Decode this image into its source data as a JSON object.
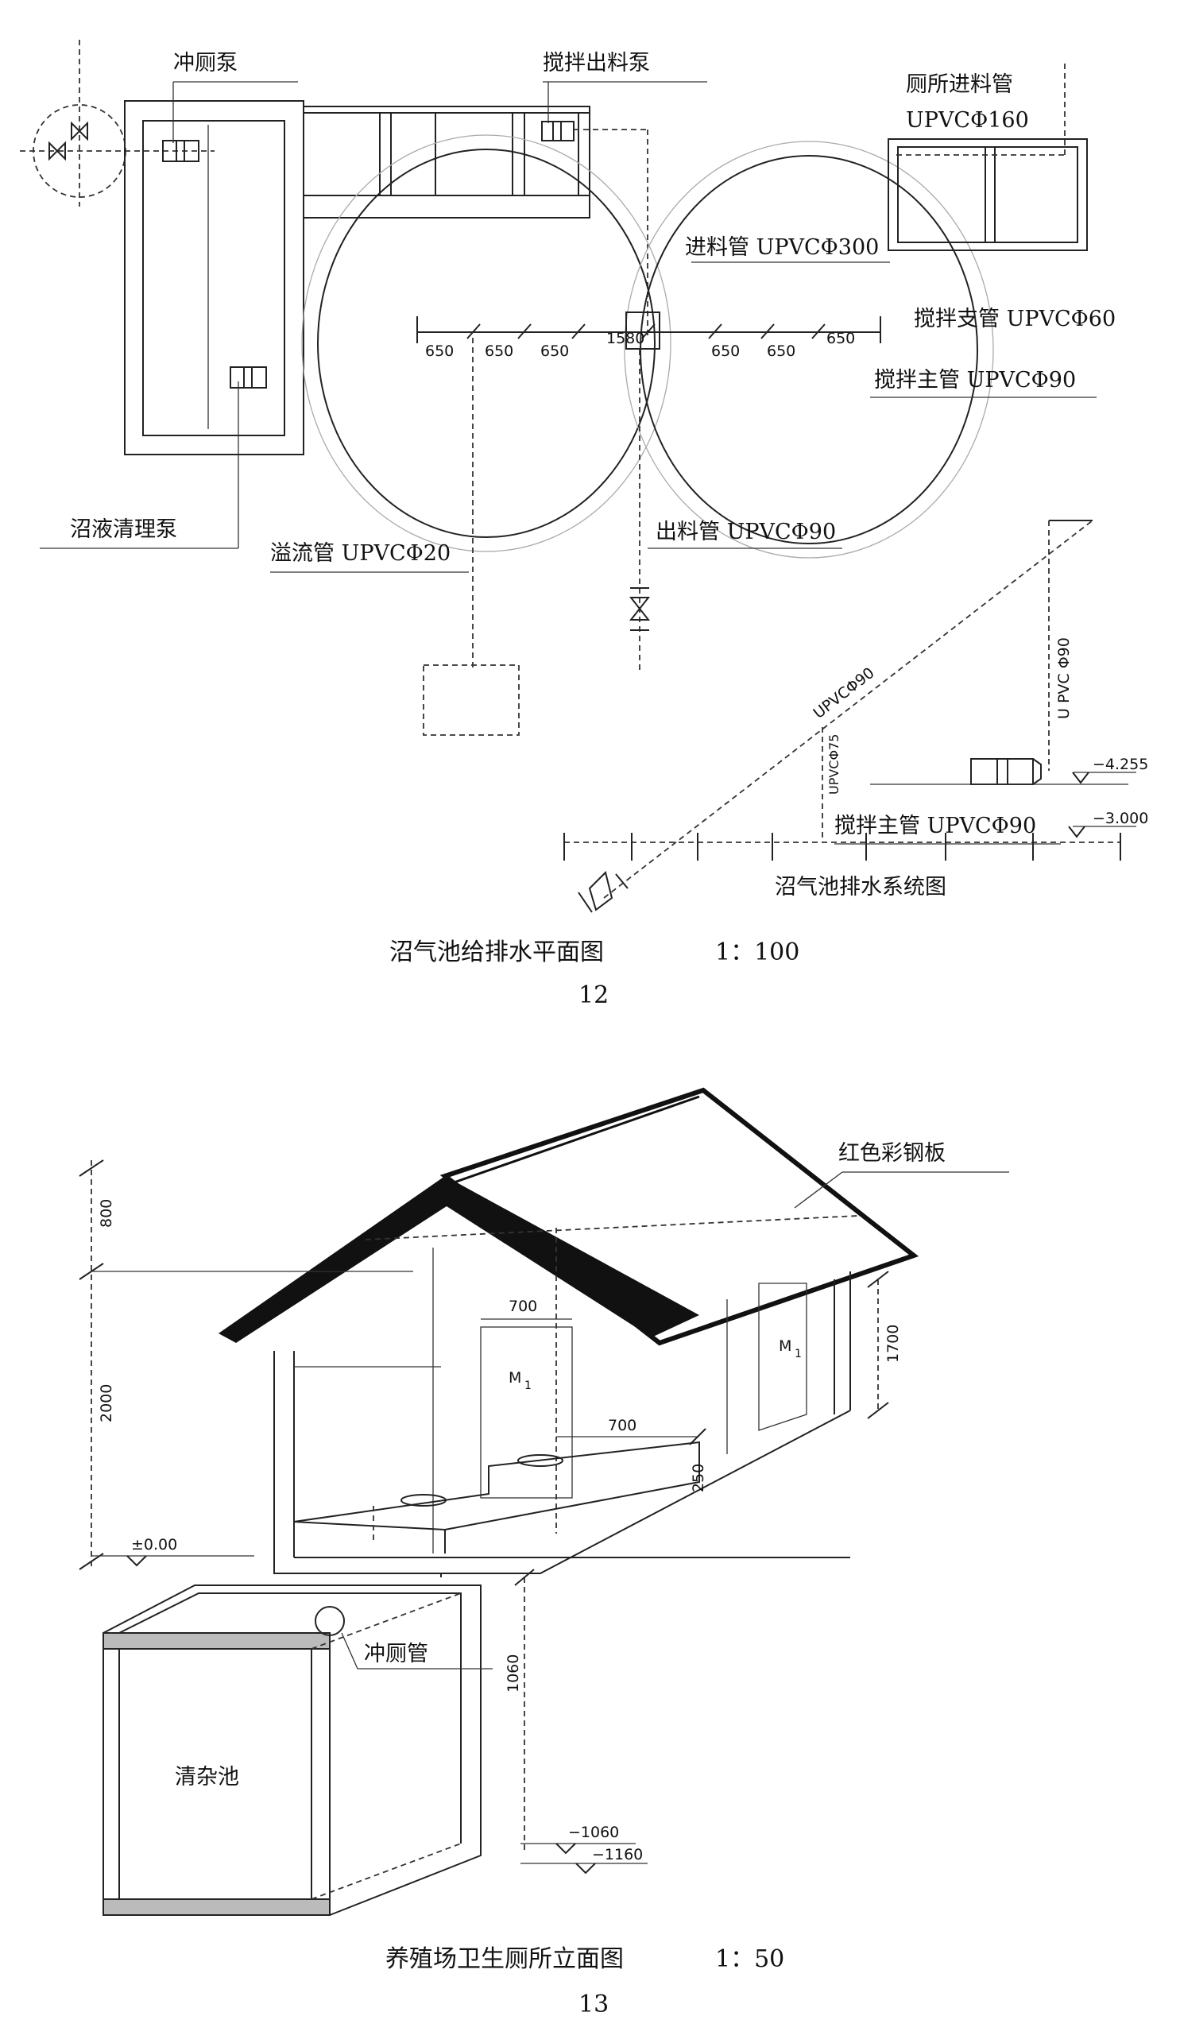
{
  "plan": {
    "labels": {
      "flush_pump": "冲厕泵",
      "mix_discharge_pump": "搅拌出料泵",
      "toilet_feed_pipe": "厕所进料管",
      "toilet_feed_spec": "UPVCΦ160",
      "feed_pipe": "进料管 UPVCΦ300",
      "mix_branch": "搅拌支管 UPVCΦ60",
      "mix_main": "搅拌主管 UPVCΦ90",
      "slurry_pump": "沼液清理泵",
      "overflow_pipe": "溢流管 UPVCΦ20",
      "discharge_pipe": "出料管 UPVCΦ90"
    },
    "dims": [
      "650",
      "650",
      "650",
      "1580",
      "650",
      "650",
      "650"
    ],
    "title": "沼气池给排水平面图",
    "scale": "1：100",
    "page": "12"
  },
  "drainage": {
    "pipe_diag": "UPVCΦ90",
    "pipe_vert": "U PVC Φ90",
    "pipe_small": "UPVCΦ75",
    "mix_main": "搅拌主管 UPVCΦ90",
    "elev1": "−4.255",
    "elev2": "−3.000",
    "title": "沼气池排水系统图"
  },
  "elevation": {
    "roof": "红色彩钢板",
    "dim_800": "800",
    "dim_2000": "2000",
    "dim_1700": "1700",
    "dim_700a": "700",
    "dim_700b": "700",
    "dim_250": "250",
    "dim_1060": "1060",
    "door_m": "M",
    "door_sub": "1",
    "zero": "±0.00",
    "elev_a": "−1060",
    "elev_b": "−1160",
    "flush_pipe": "冲厕管",
    "tank": "清杂池",
    "title": "养殖场卫生厕所立面图",
    "scale": "1：50",
    "page": "13"
  }
}
